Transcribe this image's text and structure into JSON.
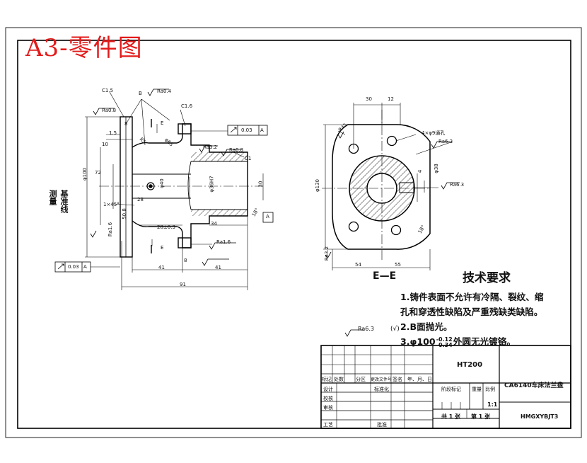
{
  "stamp": "A3-零件图",
  "tech": {
    "heading": "技术要求",
    "line1": "1.铸件表面不允许有冷隔、裂纹、缩",
    "line2": "孔和穿透性缺陷及严重残缺类缺陷。",
    "line3": "2.B面抛光。",
    "line4": "3.φ100",
    "line4b": "外圆无光镀铬。",
    "tol_up": "-0.12",
    "tol_dn": "-0.34"
  },
  "rough_general": "Ra6.3",
  "rough_other": "(√)",
  "dims": {
    "c15": "C1.5",
    "b": "B",
    "ra04": "Ra0.4",
    "ra08": "Ra0.8",
    "c16": "C1.6",
    "d8": "8",
    "d15": "1.5",
    "d10": "10",
    "e_top": "E",
    "e_bot": "E",
    "fl_tol": "0.03",
    "fl_ref": "A",
    "ra32": "Ra3.2",
    "ra08b": "Ra0.8",
    "c1": "C1",
    "phi100": "φ100",
    "phi72": "72",
    "r5": "R5",
    "phi65": "φ65",
    "phi40": "φ40",
    "phi36": "φ36H7",
    "phi30": "30",
    "d28": "28",
    "d28tol": "28±0.3",
    "d34": "34",
    "x45": "1×45°",
    "phi50": "50.8",
    "ra16": "Ra1.6",
    "ra16b": "Ra1.6",
    "d41a": "41",
    "d41b": "41",
    "d8b": "8",
    "d91": "91",
    "datum": "A",
    "fl_tol2": "0.03",
    "fl_ref2": "A",
    "r45": "R45",
    "angle": "18°",
    "holes": "4×φ9通孔",
    "ra63b": "Ra6.3",
    "d30": "30",
    "d12": "12",
    "phi130": "φ130",
    "ra32b": "Ra3.2",
    "d4": "4",
    "phi38": "φ38",
    "ra63c": "Ra6.3",
    "d54": "54",
    "d55": "55",
    "ee": "E—E",
    "measure": "测量",
    "line": "基准线"
  },
  "titleblock": {
    "material": "HT200",
    "part_name": "CA6140车床法兰盘",
    "drawing_no": "HMGXYBJT3",
    "scale": "1:1",
    "sheets": "共 1 张",
    "sheet_no": "第 1 张",
    "h_mark": "标记",
    "h_count": "处数",
    "h_zone": "分区",
    "h_file": "更改文件号",
    "h_sign": "签名",
    "h_date": "年、月、日",
    "r_design": "设计",
    "r_std": "标准化",
    "r_check": "校核",
    "r_review": "审核",
    "r_process": "工艺",
    "r_approve": "批准",
    "h_stage": "阶段标记",
    "h_weight": "重量",
    "h_scale": "比例"
  }
}
